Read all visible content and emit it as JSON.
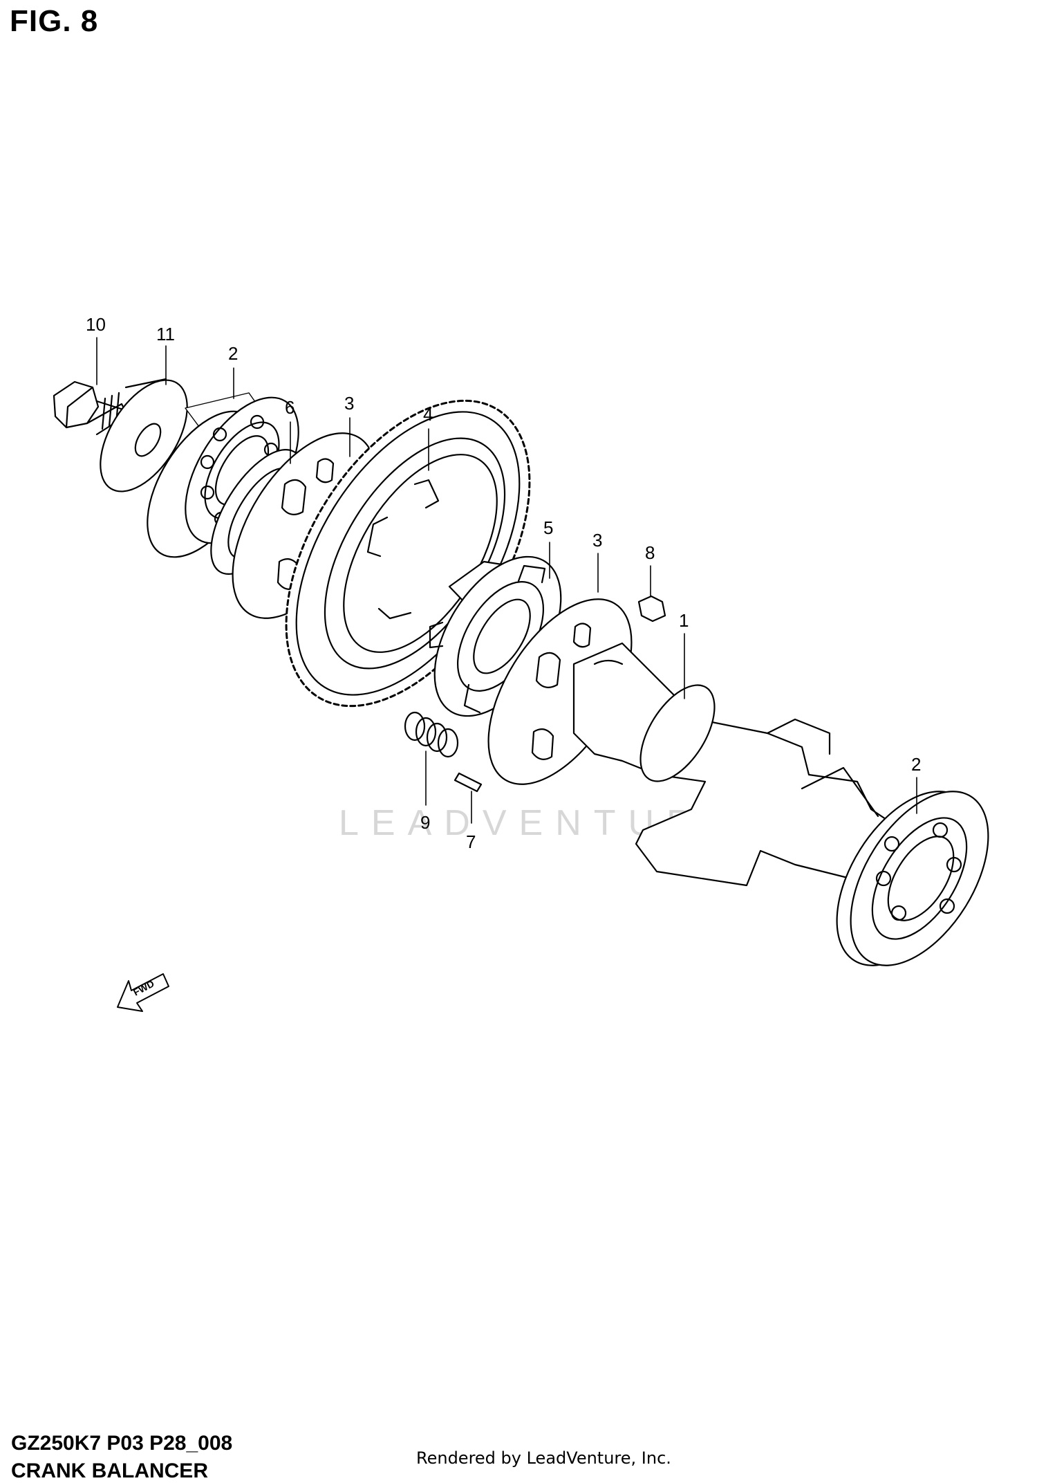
{
  "figure_title": "FIG. 8",
  "callouts": {
    "c10": "10",
    "c11": "11",
    "c2_top": "2",
    "c6": "6",
    "c3_top": "3",
    "c4": "4",
    "c5": "5",
    "c3_mid": "3",
    "c8": "8",
    "c1": "1",
    "c2_right": "2",
    "c9": "9",
    "c7": "7"
  },
  "fwd_label": "FWD",
  "watermark": "LEADVENTURE",
  "footer": {
    "model_code": "GZ250K7 P03 P28_008",
    "diagram_name": "CRANK BALANCER",
    "rendered_by": "Rendered by LeadVenture, Inc."
  }
}
